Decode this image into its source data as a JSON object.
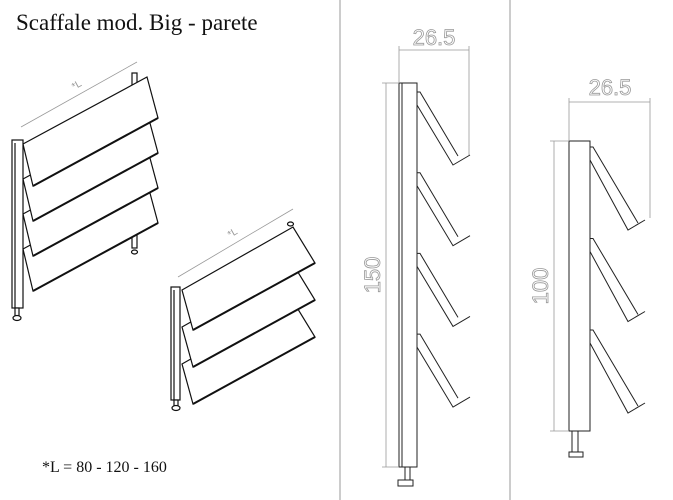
{
  "title": "Scaffale mod. Big - parete",
  "length_note": "*L = 80 - 120 - 160",
  "views": {
    "iso_large": {
      "shelves": 4,
      "length_label": "*L"
    },
    "iso_small": {
      "shelves": 3,
      "length_label": "*L"
    },
    "side_large": {
      "depth_label": "26.5",
      "height_label": "150",
      "shelves": 4
    },
    "side_small": {
      "depth_label": "26.5",
      "height_label": "100",
      "shelves": 3
    }
  }
}
